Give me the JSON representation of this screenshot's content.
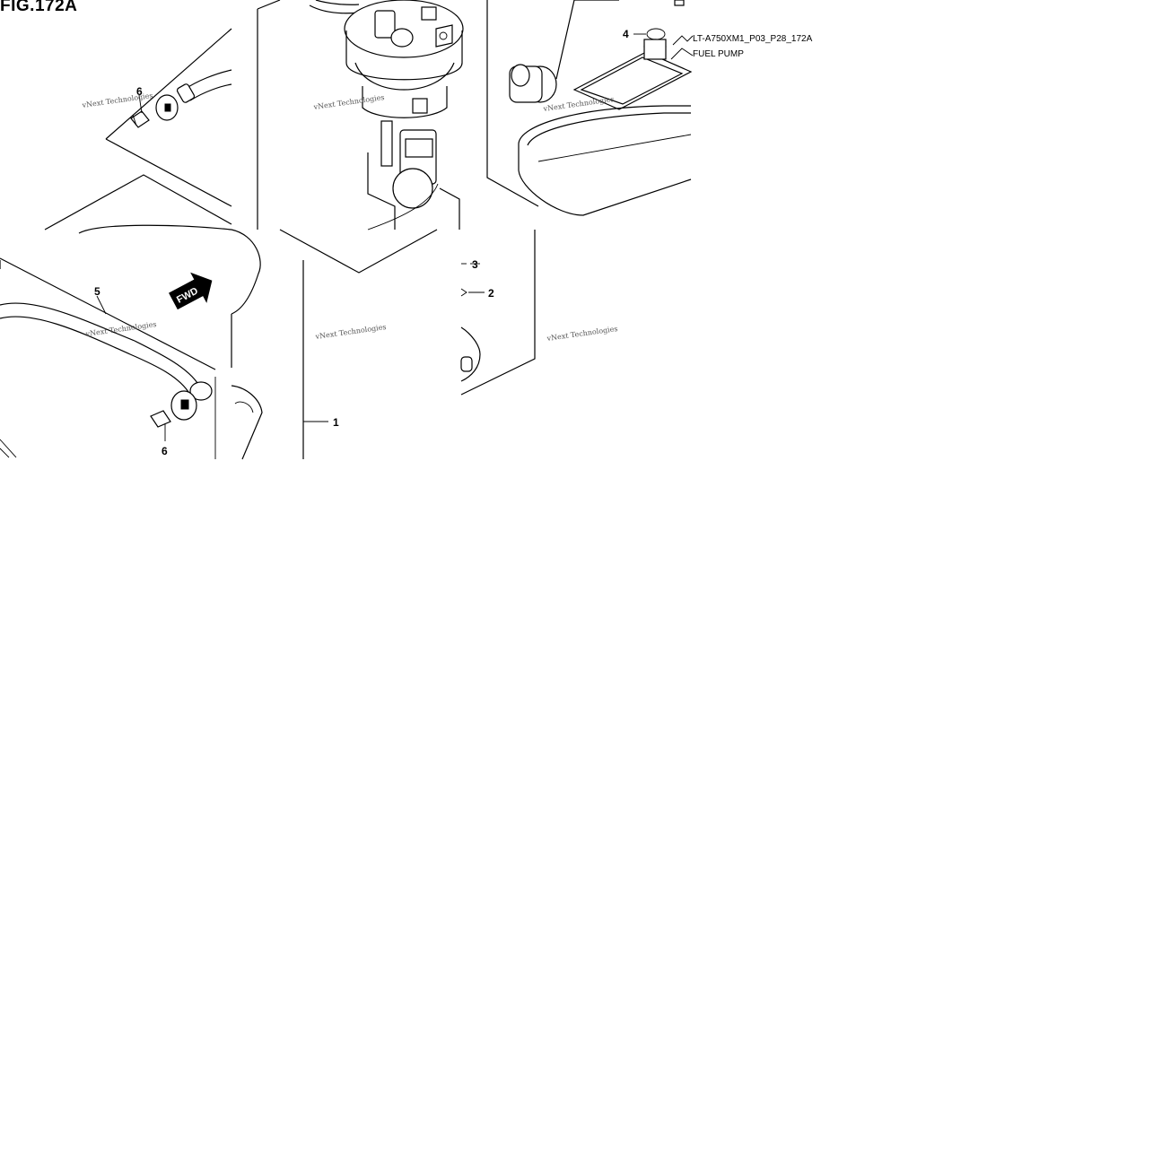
{
  "figure": {
    "title": "FIG.172A",
    "reference_code": "LT-A750XM1_P03_P28_172A",
    "assembly_name": "FUEL PUMP"
  },
  "callouts": {
    "c1": "1",
    "c2": "2",
    "c3": "3",
    "c4": "4",
    "c5": "5",
    "c6_top": "6",
    "c6_bottom": "6"
  },
  "direction_marker": "FWD",
  "watermark": "vNext Technologies"
}
